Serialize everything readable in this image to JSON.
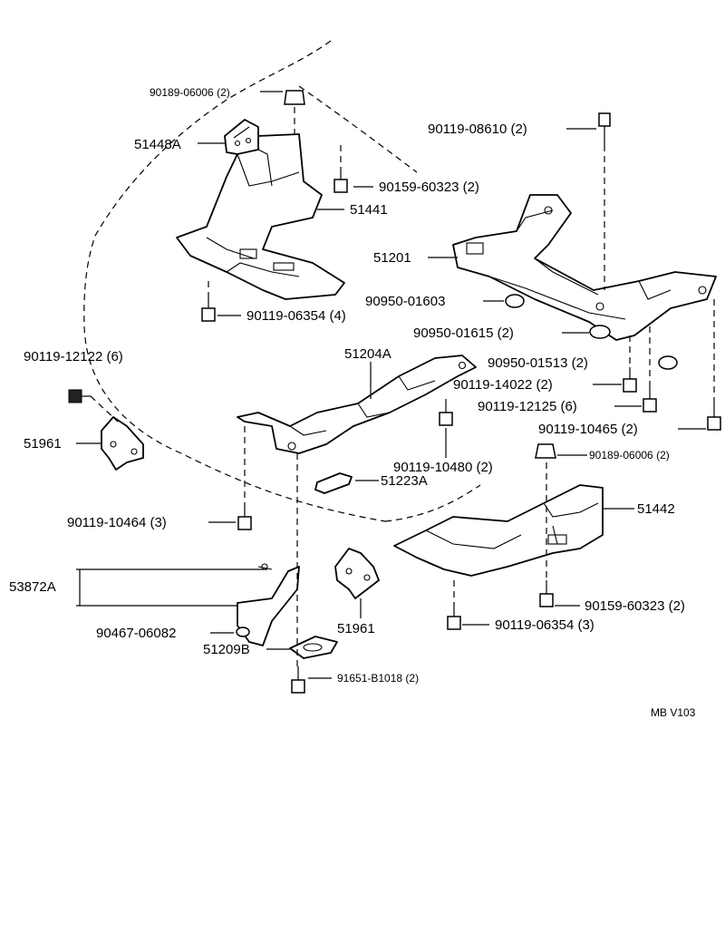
{
  "diagram_code": "MB  V103",
  "labels": {
    "p90189_06006_a": "90189-06006 (2)",
    "p51448A": "51448A",
    "p90159_60323_a": "90159-60323 (2)",
    "p51441": "51441",
    "p90119_06354_4": "90119-06354 (4)",
    "p90119_08610": "90119-08610 (2)",
    "p51201": "51201",
    "p90950_01603": "90950-01603",
    "p90950_01615": "90950-01615 (2)",
    "p90950_01513": "90950-01513 (2)",
    "p90119_12122": "90119-12122 (6)",
    "p51204A": "51204A",
    "p90119_14022": "90119-14022 (2)",
    "p90119_12125": "90119-12125 (6)",
    "p90119_10465": "90119-10465 (2)",
    "p51961_a": "51961",
    "p90119_10480": "90119-10480 (2)",
    "p90189_06006_b": "90189-06006 (2)",
    "p51223A": "51223A",
    "p51442": "51442",
    "p90119_10464": "90119-10464 (3)",
    "p53872A": "53872A",
    "p51961_b": "51961",
    "p90159_60323_b": "90159-60323 (2)",
    "p90467_06082": "90467-06082",
    "p90119_06354_3": "90119-06354 (3)",
    "p51209B": "51209B",
    "p91651_B1018": "91651-B1018 (2)"
  }
}
